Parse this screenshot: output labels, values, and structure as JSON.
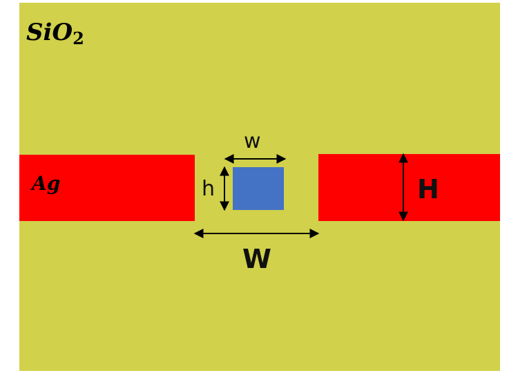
{
  "colors": {
    "substrate": "#d1d14b",
    "silver_strip": "#ff0000",
    "core": "#4472c4",
    "arrow": "#000000"
  },
  "labels": {
    "substrate_base": "SiO",
    "substrate_sub": "2",
    "metal": "Ag",
    "core_width": "w",
    "core_height": "h",
    "strip_height": "H",
    "gap_width": "W"
  }
}
